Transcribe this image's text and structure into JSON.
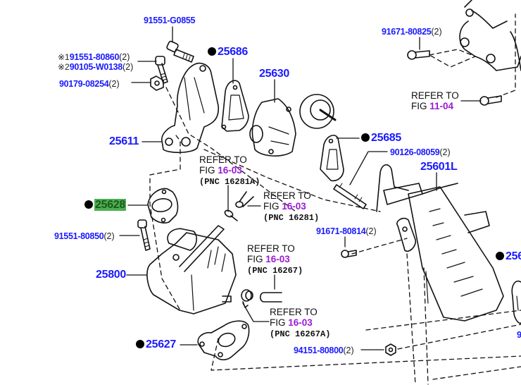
{
  "diagram": {
    "colors": {
      "part_number": "#1a1aff",
      "figure_link": "#9a1ad6",
      "highlight_bg": "#4caf50",
      "highlight_text": "#1a5a1a",
      "line": "#111111"
    },
    "part_labels": [
      {
        "id": "91551-G0855",
        "text": "91551-G0855",
        "qty": ""
      },
      {
        "id": "91551-80860",
        "prefix": "※1",
        "text": "91551-80860",
        "qty": "(2)"
      },
      {
        "id": "90105-W0138",
        "prefix": "※2",
        "text": "90105-W0138",
        "qty": "(2)"
      },
      {
        "id": "90179-08254",
        "text": "90179-08254",
        "qty": "(2)"
      },
      {
        "id": "25686",
        "text": "25686",
        "bullet": true
      },
      {
        "id": "25630",
        "text": "25630"
      },
      {
        "id": "25611",
        "text": "25611"
      },
      {
        "id": "91671-80825",
        "text": "91671-80825",
        "qty": "(2)"
      },
      {
        "id": "25685",
        "text": "25685",
        "bullet": true
      },
      {
        "id": "90126-08059",
        "text": "90126-08059",
        "qty": "(2)"
      },
      {
        "id": "25601L",
        "text": "25601L"
      },
      {
        "id": "25628",
        "text": "25628",
        "bullet": true,
        "highlighted": true
      },
      {
        "id": "91551-80850",
        "text": "91551-80850",
        "qty": "(2)"
      },
      {
        "id": "91671-80814",
        "text": "91671-80814",
        "qty": "(2)"
      },
      {
        "id": "25800",
        "text": "25800"
      },
      {
        "id": "256xx",
        "text": "256",
        "bullet": true
      },
      {
        "id": "25627",
        "text": "25627",
        "bullet": true
      },
      {
        "id": "94151-80800",
        "text": "94151-80800",
        "qty": "(2)"
      },
      {
        "id": "9xxxx",
        "text": "9"
      }
    ],
    "references": [
      {
        "line1": "REFER TO",
        "fig_prefix": "FIG ",
        "fig": "11-04",
        "pnc": ""
      },
      {
        "line1": "REFER TO",
        "fig_prefix": "FIG ",
        "fig": "16-03",
        "pnc": "(PNC 16281A)"
      },
      {
        "line1": "REFER TO",
        "fig_prefix": "FIG ",
        "fig": "16-03",
        "pnc": "(PNC 16281)"
      },
      {
        "line1": "REFER TO",
        "fig_prefix": "FIG ",
        "fig": "16-03",
        "pnc": "(PNC 16267)"
      },
      {
        "line1": "REFER TO",
        "fig_prefix": "FIG ",
        "fig": "16-03",
        "pnc": "(PNC 16267A)"
      }
    ]
  }
}
